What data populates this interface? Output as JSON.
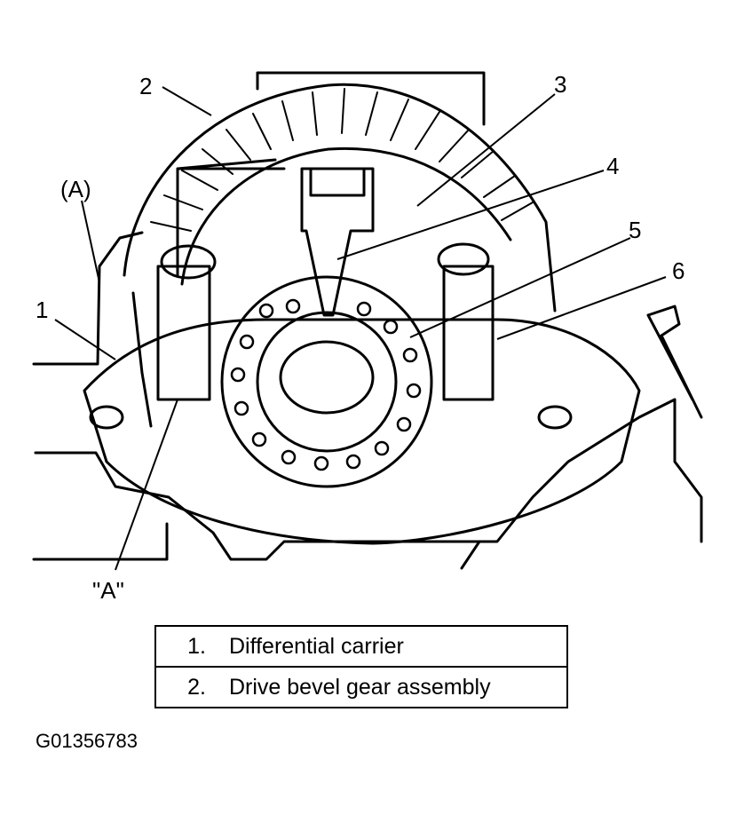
{
  "callouts": {
    "c1": "1",
    "c2": "2",
    "c3": "3",
    "c4": "4",
    "c5": "5",
    "c6": "6",
    "view_a": "(A)",
    "detail_a": "\"A\""
  },
  "legend": [
    {
      "num": "1.",
      "text": "Differential carrier"
    },
    {
      "num": "2.",
      "text": "Drive bevel gear assembly"
    }
  ],
  "figure_id": "G01356783"
}
